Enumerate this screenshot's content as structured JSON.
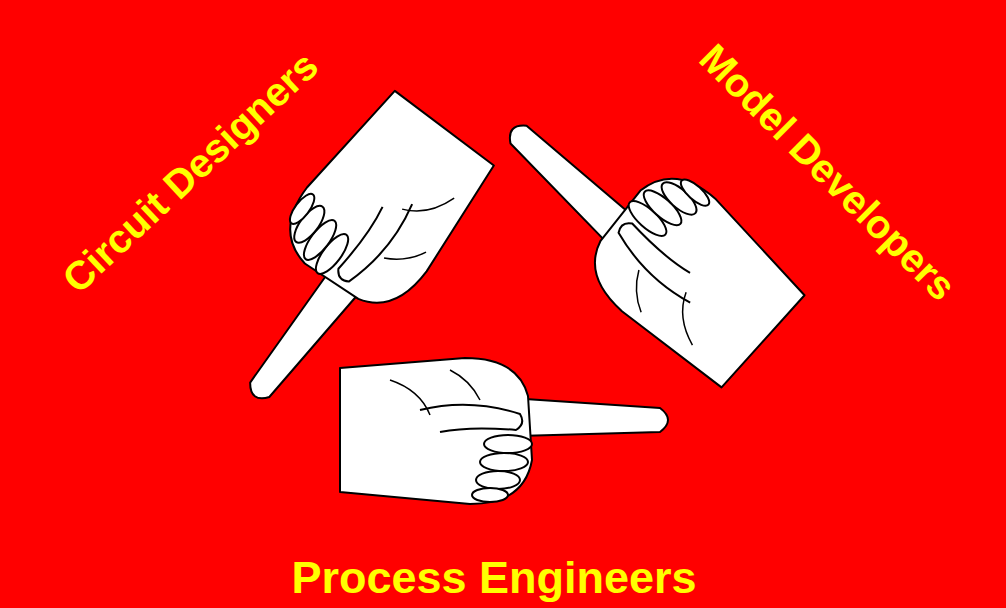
{
  "diagram": {
    "labels": [
      "Circuit Designers",
      "Model Developers",
      "Process Engineers"
    ]
  }
}
